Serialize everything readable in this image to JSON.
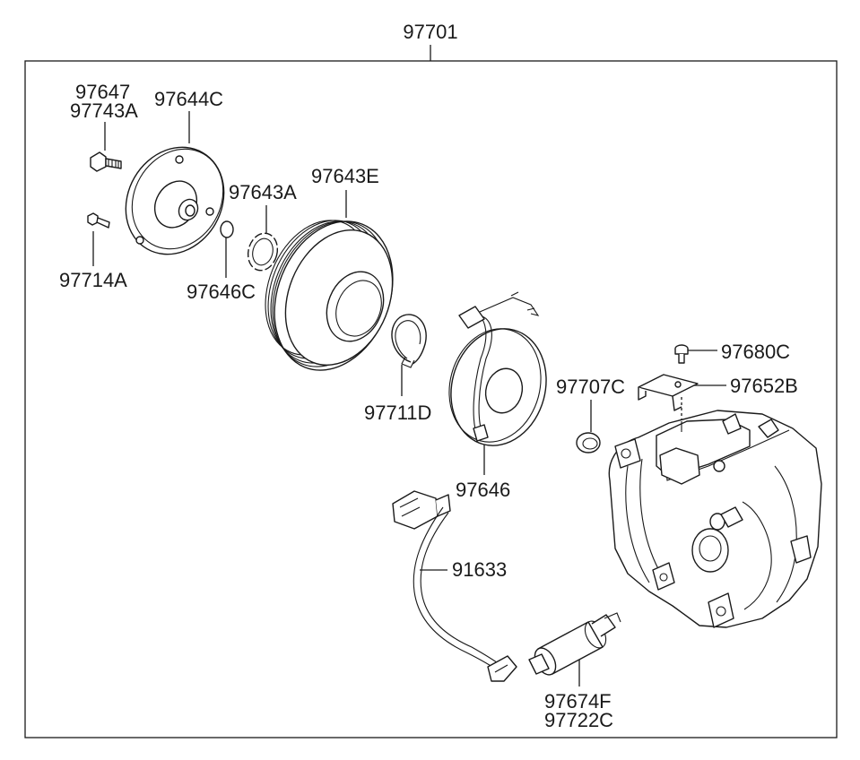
{
  "assembly_label": "97701",
  "labels": {
    "p97647": "97647",
    "p97743A": "97743A",
    "p97644C": "97644C",
    "p97643A": "97643A",
    "p97643E": "97643E",
    "p97714A": "97714A",
    "p97646C": "97646C",
    "p97711D": "97711D",
    "p97646": "97646",
    "p97707C": "97707C",
    "p97680C": "97680C",
    "p97652B": "97652B",
    "p91633": "91633",
    "p97674F": "97674F",
    "p97722C": "97722C"
  },
  "colors": {
    "line": "#1a1a1a",
    "background": "#ffffff"
  }
}
